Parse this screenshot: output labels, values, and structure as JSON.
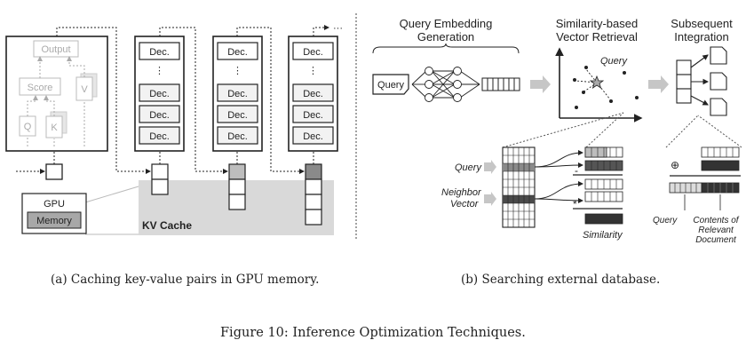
{
  "panel_a": {
    "output": "Output",
    "score": "Score",
    "q": "Q",
    "k": "K",
    "v": "V",
    "dec": "Dec.",
    "dots": "⋮",
    "gpu": "GPU",
    "memory": "Memory",
    "kv_cache": "KV Cache",
    "ellipsis": "···"
  },
  "panel_b": {
    "title_embed_1": "Query Embedding",
    "title_embed_2": "Generation",
    "title_sim_1": "Similarity-based",
    "title_sim_2": "Vector Retrieval",
    "title_sub_1": "Subsequent",
    "title_sub_2": "Integration",
    "query_box": "Query",
    "query_star": "Query",
    "query_label": "Query",
    "neighbor_1": "Neighbor",
    "neighbor_2": "Vector",
    "similarity": "Similarity",
    "minus": "-",
    "times": "*",
    "oplus": "⊕",
    "query_bottom": "Query",
    "contents_1": "Contents of",
    "contents_2": "Relevant",
    "contents_3": "Document"
  },
  "captions": {
    "sub_a": "(a) Caching key-value pairs in GPU memory.",
    "sub_b": "(b) Searching external database.",
    "main": "Figure 10: Inference Optimization Techniques."
  }
}
